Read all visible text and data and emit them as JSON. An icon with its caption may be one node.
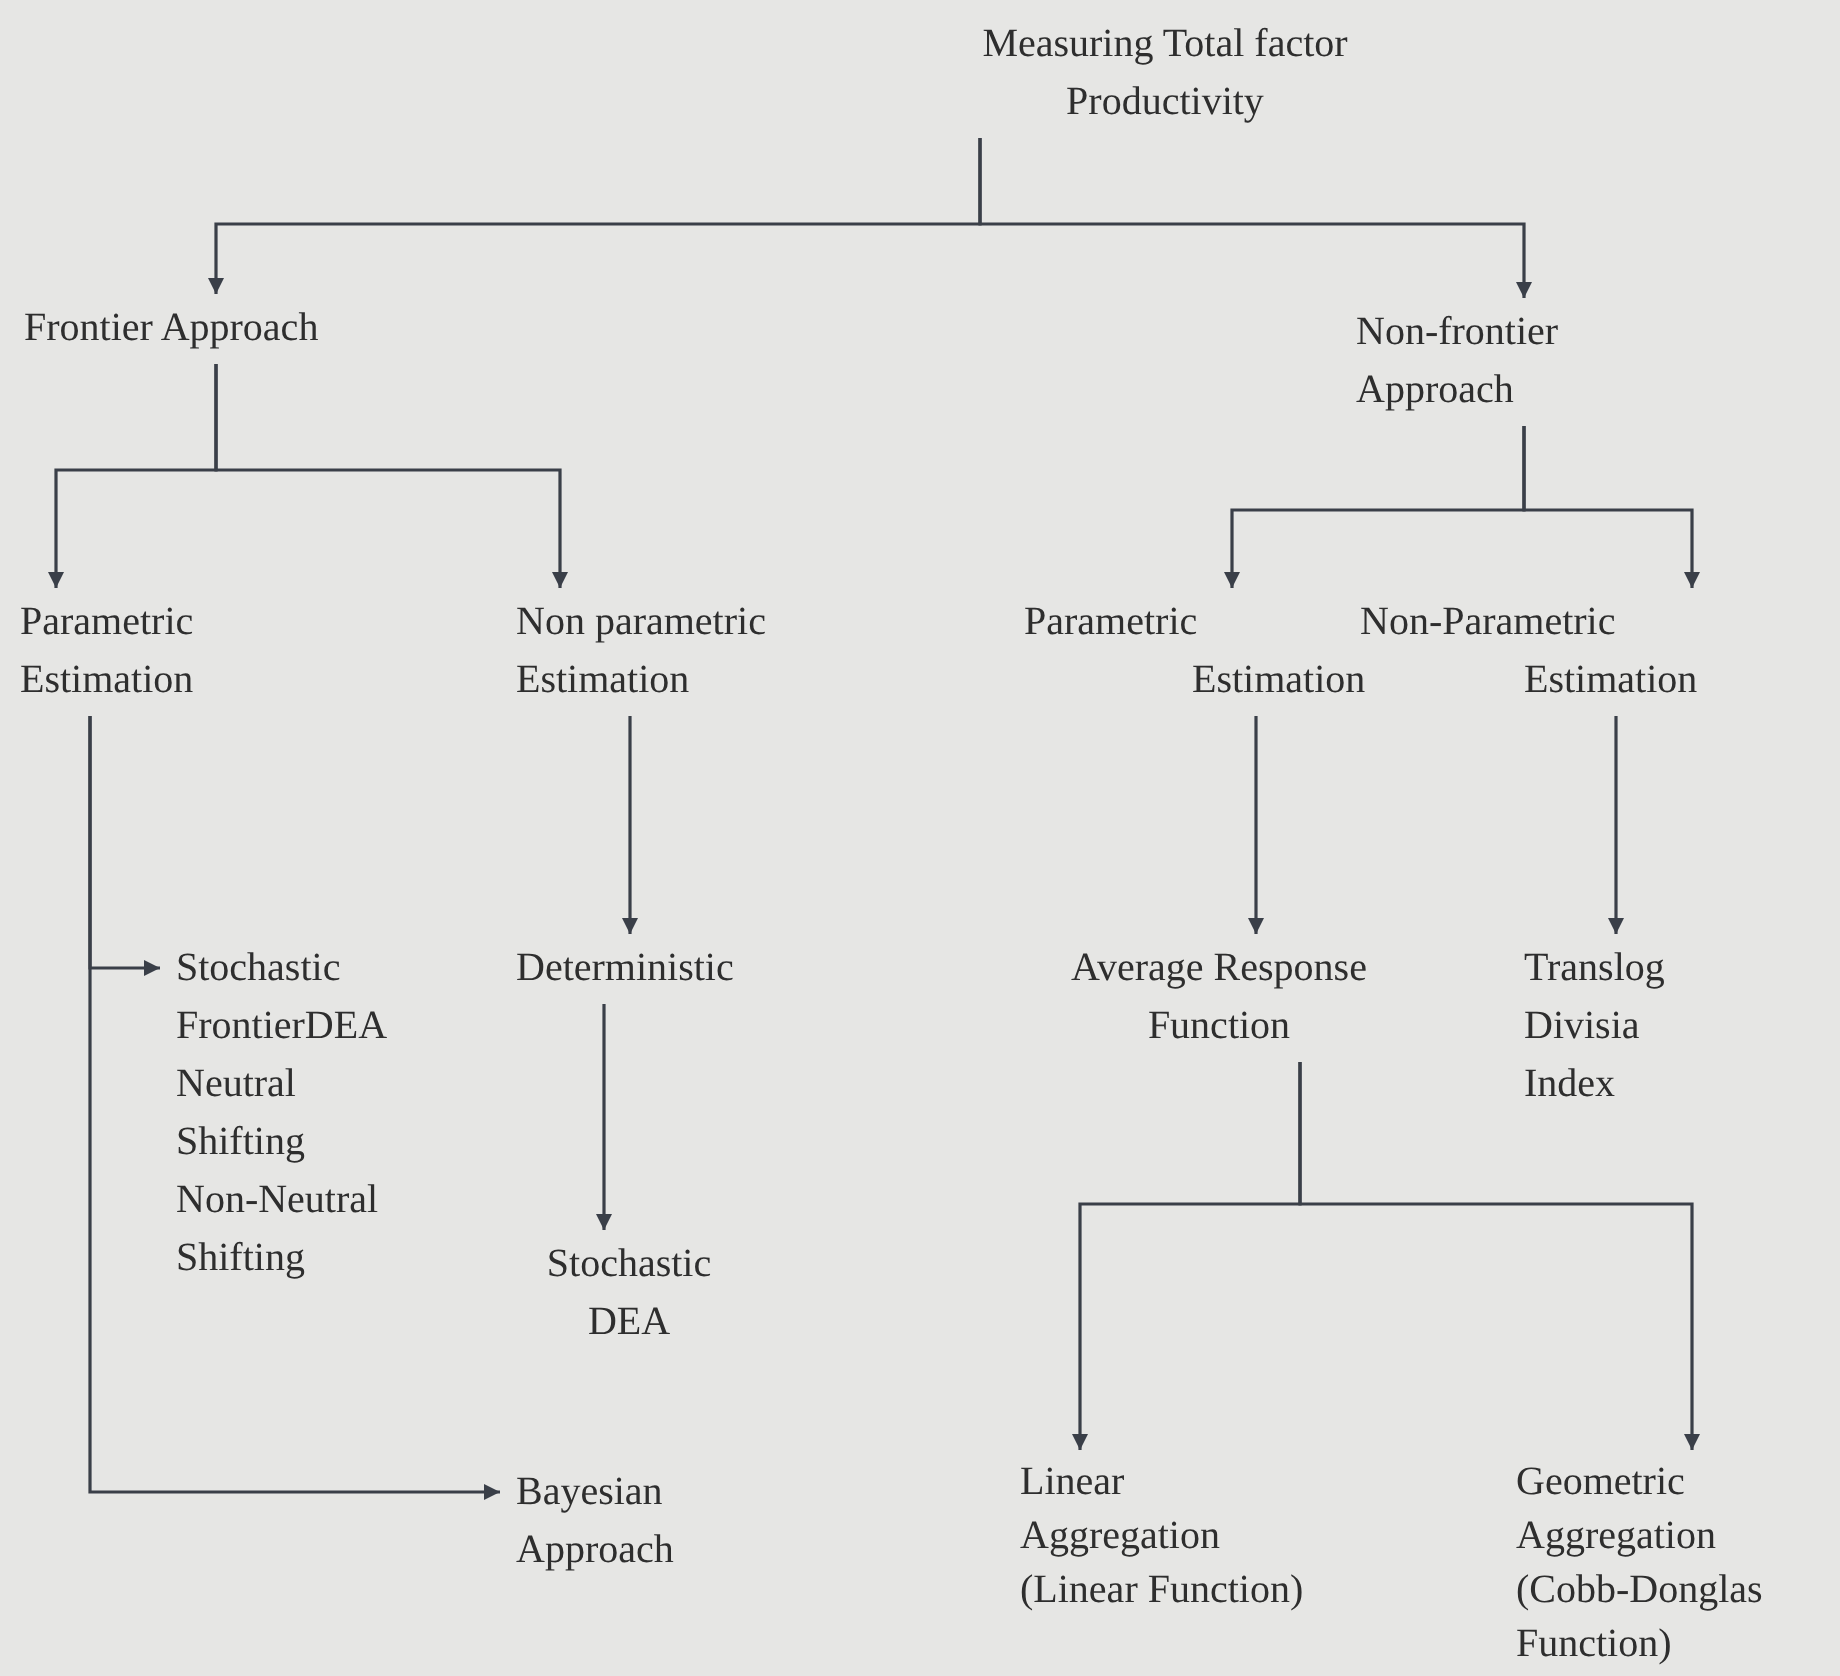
{
  "diagram": {
    "nodes": [
      {
        "text": [
          "Measuring Total factor Productivity"
        ]
      },
      {
        "text": [
          "Frontier Approach"
        ]
      },
      {
        "text": [
          "Non-frontier Approach"
        ]
      },
      {
        "text": [
          "Parametric Estimation"
        ]
      },
      {
        "text": [
          "Non parametric Estimation"
        ]
      },
      {
        "text": [
          "Parametric Estimation"
        ]
      },
      {
        "text": [
          "Non-Parametric Estimation"
        ]
      },
      {
        "text": [
          "Stochastic FrontierDEA Neutral Shifting Non-Neutral Shifting"
        ]
      },
      {
        "text": [
          "Deterministic"
        ]
      },
      {
        "text": [
          "Average Response Function"
        ]
      },
      {
        "text": [
          "Translog Divisia Index"
        ]
      },
      {
        "text": [
          "Stochastic DEA"
        ]
      },
      {
        "text": [
          "Bayesian Approach"
        ]
      },
      {
        "text": [
          "Linear Aggregation (Linear Function)"
        ]
      },
      {
        "text": [
          "Geometric Aggregation (Cobb-Donglas Function)"
        ]
      }
    ],
    "edges": [
      {
        "from": 0,
        "to": 1,
        "arrow": "to"
      },
      {
        "from": 0,
        "to": 2,
        "arrow": "to"
      },
      {
        "from": 1,
        "to": 3,
        "arrow": "to"
      },
      {
        "from": 1,
        "to": 4,
        "arrow": "to"
      },
      {
        "from": 2,
        "to": 5,
        "arrow": "to"
      },
      {
        "from": 2,
        "to": 6,
        "arrow": "to"
      },
      {
        "from": 3,
        "to": 7,
        "arrow": "to"
      },
      {
        "from": 3,
        "to": 12,
        "arrow": "to"
      },
      {
        "from": 4,
        "to": 8,
        "arrow": "to"
      },
      {
        "from": 5,
        "to": 9,
        "arrow": "to"
      },
      {
        "from": 6,
        "to": 10,
        "arrow": "to"
      },
      {
        "from": 8,
        "to": 11,
        "arrow": "to"
      },
      {
        "from": 9,
        "to": 13,
        "arrow": "to"
      },
      {
        "from": 9,
        "to": 14,
        "arrow": "to"
      }
    ]
  }
}
